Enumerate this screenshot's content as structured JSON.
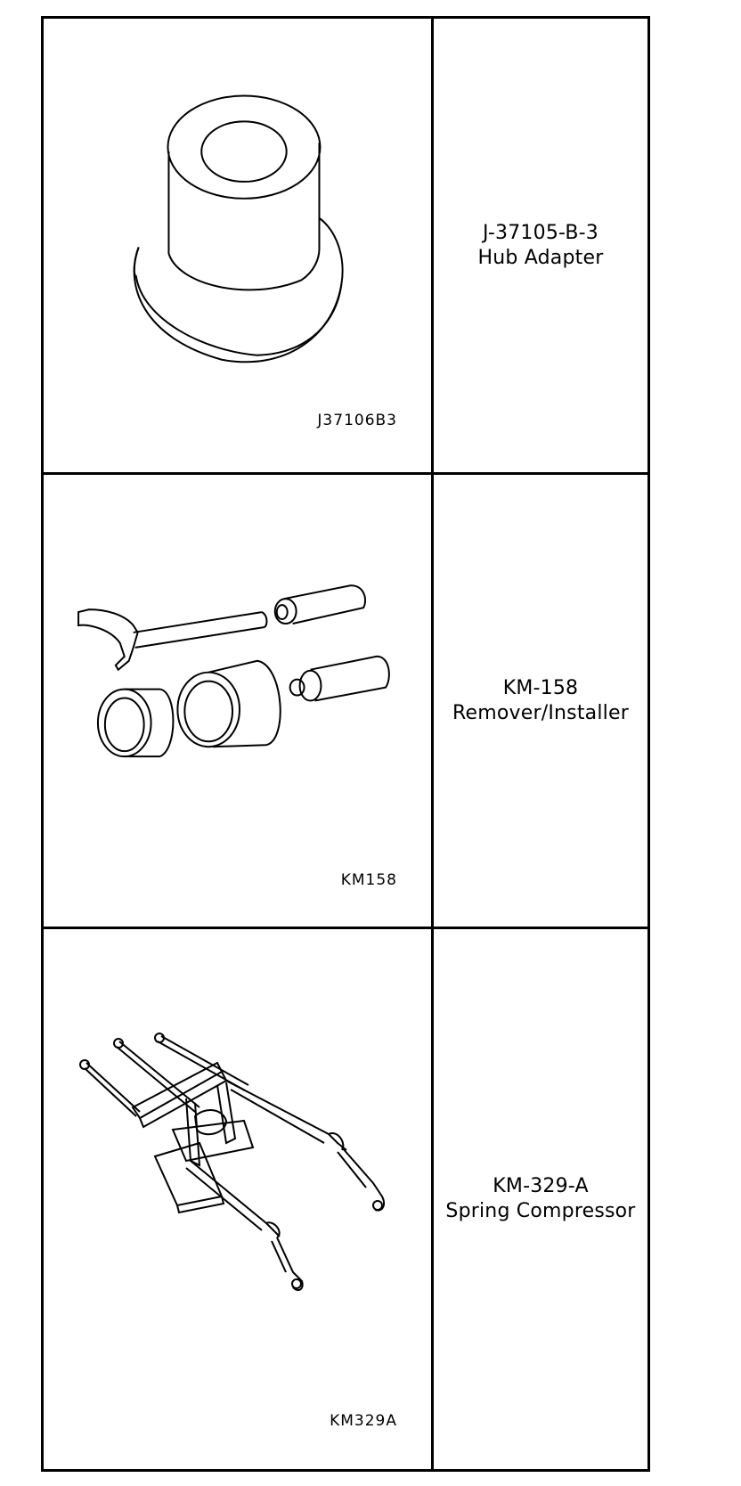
{
  "tools": [
    {
      "illustration_code": "J37106B3",
      "line1": "J-37105-B-3",
      "line2": "Hub Adapter"
    },
    {
      "illustration_code": "KM158",
      "line1": "KM-158",
      "line2": "Remover/Installer"
    },
    {
      "illustration_code": "KM329A",
      "line1": "KM-329-A",
      "line2": "Spring Compressor"
    }
  ]
}
